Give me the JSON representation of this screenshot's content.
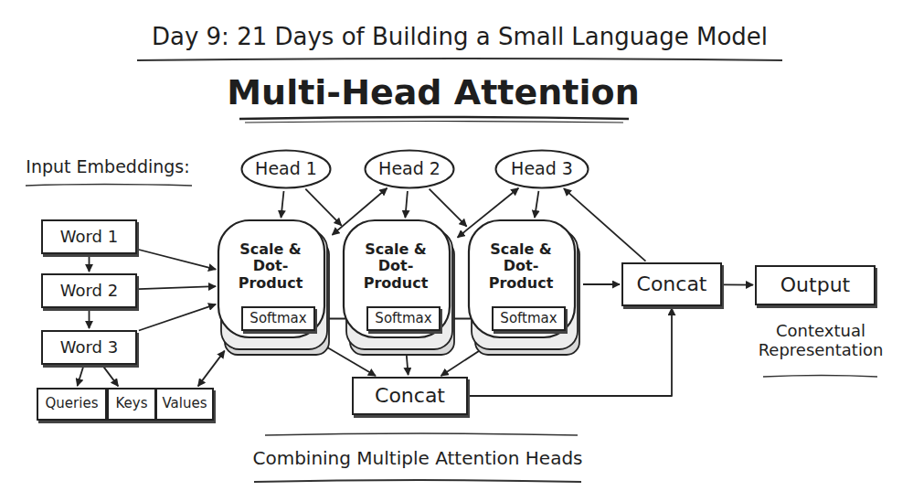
{
  "diagram": {
    "title": "Day 9: 21 Days of Building a Small Language Model",
    "caption": "Combining Multiple Attention Heads",
    "nodes": [
      {
        "text": [
          "Head 1"
        ]
      },
      {
        "text": [
          "Head 2"
        ]
      },
      {
        "text": [
          "Head 3"
        ]
      },
      {
        "text": [
          "Word 1"
        ]
      },
      {
        "text": [
          "Word 2"
        ]
      },
      {
        "text": [
          "Word 3"
        ]
      },
      {
        "text": [
          "Scale & Dot-Product"
        ]
      },
      {
        "text": [
          "Softmax"
        ],
        "in": 6
      },
      {
        "text": [
          "Scale & Dot-Product"
        ]
      },
      {
        "text": [
          "Softmax"
        ],
        "in": 8
      },
      {
        "text": [
          "Scale & Dot-Product"
        ]
      },
      {
        "text": [
          "Softmax"
        ],
        "in": 10
      },
      {
        "text": [
          "Concat"
        ]
      },
      {
        "text": [
          "Output"
        ]
      },
      {
        "text": [
          "Queries"
        ]
      },
      {
        "text": [
          "Keys"
        ]
      },
      {
        "text": [
          "Values"
        ]
      },
      {
        "text": [
          "Concat"
        ]
      }
    ],
    "edges": [
      {
        "from": 3,
        "to": 4,
        "arrow": "to"
      },
      {
        "from": 4,
        "to": 5,
        "arrow": "to"
      },
      {
        "from": 3,
        "to": 6,
        "arrow": "to"
      },
      {
        "from": 4,
        "to": 6,
        "arrow": "to"
      },
      {
        "from": 5,
        "to": 6,
        "arrow": "to"
      },
      {
        "from": 5,
        "to": 14,
        "arrow": "to"
      },
      {
        "from": 5,
        "to": 15,
        "arrow": "to"
      },
      {
        "from": 16,
        "to": 6,
        "arrow": "both"
      },
      {
        "from": 0,
        "to": 6,
        "arrow": "to"
      },
      {
        "from": 0,
        "to": 8,
        "arrow": "to"
      },
      {
        "from": 1,
        "to": 6,
        "arrow": "both"
      },
      {
        "from": 1,
        "to": 8,
        "arrow": "to"
      },
      {
        "from": 1,
        "to": 10,
        "arrow": "to"
      },
      {
        "from": 2,
        "to": 10,
        "arrow": "to"
      },
      {
        "from": 2,
        "to": 8,
        "arrow": "both"
      },
      {
        "from": 12,
        "to": 2,
        "arrow": "to"
      },
      {
        "from": 10,
        "to": 12,
        "arrow": "to"
      },
      {
        "from": 7,
        "to": 9,
        "arrow": "to"
      },
      {
        "from": 9,
        "to": 11,
        "arrow": "to"
      },
      {
        "from": 7,
        "to": 17,
        "arrow": "to"
      },
      {
        "from": 9,
        "to": 17,
        "arrow": "to"
      },
      {
        "from": 11,
        "to": 17,
        "arrow": "to"
      },
      {
        "from": 17,
        "to": 12,
        "arrow": "to"
      },
      {
        "from": 12,
        "to": 13,
        "arrow": "to"
      }
    ],
    "labels": [
      "Multi-Head Attention",
      "Input Embeddings:",
      "Contextual Representation"
    ]
  }
}
